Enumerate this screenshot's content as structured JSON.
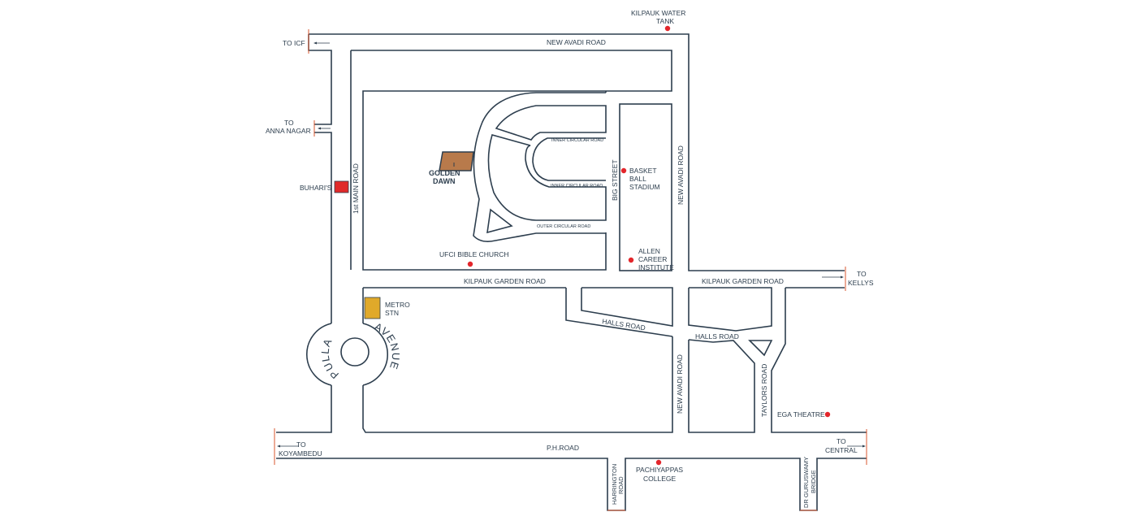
{
  "map": {
    "roads": {
      "new_avadi_top": "NEW AVADI ROAD",
      "new_avadi_right": "NEW AVADI ROAD",
      "new_avadi_lower": "NEW AVADI ROAD",
      "first_main": "1st MAIN ROAD",
      "inner_circular_1": "INNER CIRCULAR ROAD",
      "inner_circular_2": "INNER CIRCULAR ROAD",
      "outer_circular": "OUTER CIRCULAR ROAD",
      "big_street": "BIG STREET",
      "kilpauk_garden_left": "KILPAUK GARDEN ROAD",
      "kilpauk_garden_right": "KILPAUK GARDEN ROAD",
      "halls_road_1": "HALLS ROAD",
      "halls_road_2": "HALLS ROAD",
      "taylors": "TAYLORS ROAD",
      "ph_road": "P.H.ROAD",
      "harrington_1": "HARRINGTON",
      "harrington_2": "ROAD",
      "gurus_1": "DR GURUSWAMY",
      "gurus_2": "BRIDGE",
      "pulla": "PULLA",
      "avenue": "AVENUE"
    },
    "directions": {
      "icf": "TO ICF",
      "anna_1": "TO",
      "anna_2": "ANNA NAGAR",
      "kellys_1": "TO",
      "kellys_2": "KELLYS",
      "koyambedu_1": "TO",
      "koyambedu_2": "KOYAMBEDU",
      "central_1": "TO",
      "central_2": "CENTRAL"
    },
    "landmarks": {
      "water_tank_1": "KILPAUK WATER",
      "water_tank_2": "TANK",
      "golden_1": "GOLDEN",
      "golden_2": "DAWN",
      "buharis": "BUHARI'S",
      "basket_1": "BASKET",
      "basket_2": "BALL",
      "basket_3": "STADIUM",
      "allen_1": "ALLEN",
      "allen_2": "CAREER",
      "allen_3": "INSTITUTE",
      "ufci": "UFCI BIBLE CHURCH",
      "metro_1": "METRO",
      "metro_2": "STN",
      "ega": "EGA THEATRE",
      "pachi_1": "PACHIYAPPAS",
      "pachi_2": "COLLEGE"
    },
    "colors": {
      "road_line": "#2d3e4e",
      "marker_red": "#e3262b",
      "golden_dawn": "#b87a4b",
      "buharis": "#e02a2a",
      "metro": "#e0a92a",
      "edge_mark": "#d9572f"
    }
  }
}
